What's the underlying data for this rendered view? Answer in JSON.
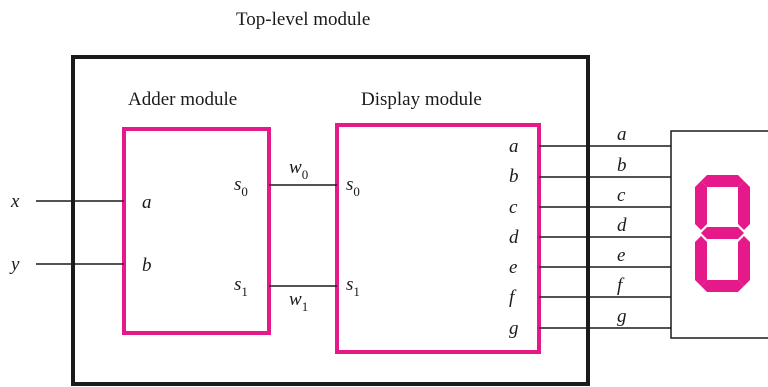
{
  "top_module": {
    "title": "Top-level module"
  },
  "adder": {
    "title": "Adder module",
    "inputs": [
      "a",
      "b"
    ],
    "outputs": [
      {
        "base": "s",
        "sub": "0"
      },
      {
        "base": "s",
        "sub": "1"
      }
    ]
  },
  "display": {
    "title": "Display module",
    "inputs": [
      {
        "base": "s",
        "sub": "0"
      },
      {
        "base": "s",
        "sub": "1"
      }
    ],
    "outputs": [
      "a",
      "b",
      "c",
      "d",
      "e",
      "f",
      "g"
    ]
  },
  "external_inputs": [
    "x",
    "y"
  ],
  "wires": [
    {
      "base": "w",
      "sub": "0"
    },
    {
      "base": "w",
      "sub": "1"
    }
  ],
  "segment_outputs": [
    "a",
    "b",
    "c",
    "d",
    "e",
    "f",
    "g"
  ],
  "colors": {
    "module_border": "#e6198a",
    "segment_on": "#e6198a",
    "outline": "#1a1a1a"
  },
  "seven_segment_display": {
    "lit_segments": [
      "a",
      "b",
      "c",
      "d",
      "e",
      "f",
      "g"
    ]
  }
}
